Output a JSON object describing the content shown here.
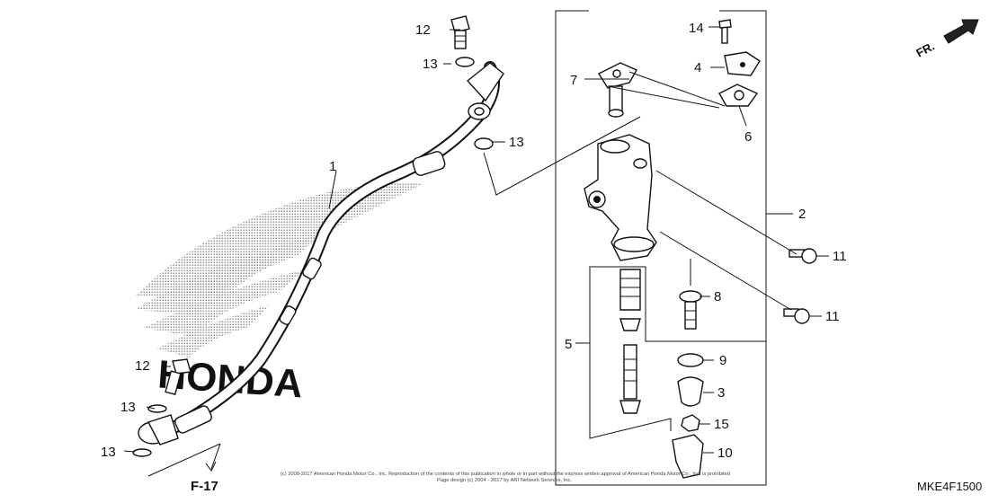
{
  "diagram": {
    "callouts": {
      "p1": "1",
      "p2": "2",
      "p3": "3",
      "p4": "4",
      "p5": "5",
      "p6": "6",
      "p7": "7",
      "p8": "8",
      "p9": "9",
      "p10": "10",
      "p11a": "11",
      "p11b": "11",
      "p12a": "12",
      "p12b": "12",
      "p13a": "13",
      "p13b": "13",
      "p13c": "13",
      "p13d": "13",
      "p14": "14",
      "p15": "15"
    },
    "watermark": "HONDA",
    "direction_label": "FR.",
    "figure_ref": "F-17",
    "diagram_code": "MKE4F1500",
    "copyright_line1": "(c) 2009-2017 American Honda Motor Co., Inc. Reproduction of the contents of this publication in whole or in part without the express written approval of American Honda Motor Co., Inc. is prohibited",
    "copyright_line2": "Page design (c) 2004 - 2017 by ARI Network Services, Inc."
  }
}
